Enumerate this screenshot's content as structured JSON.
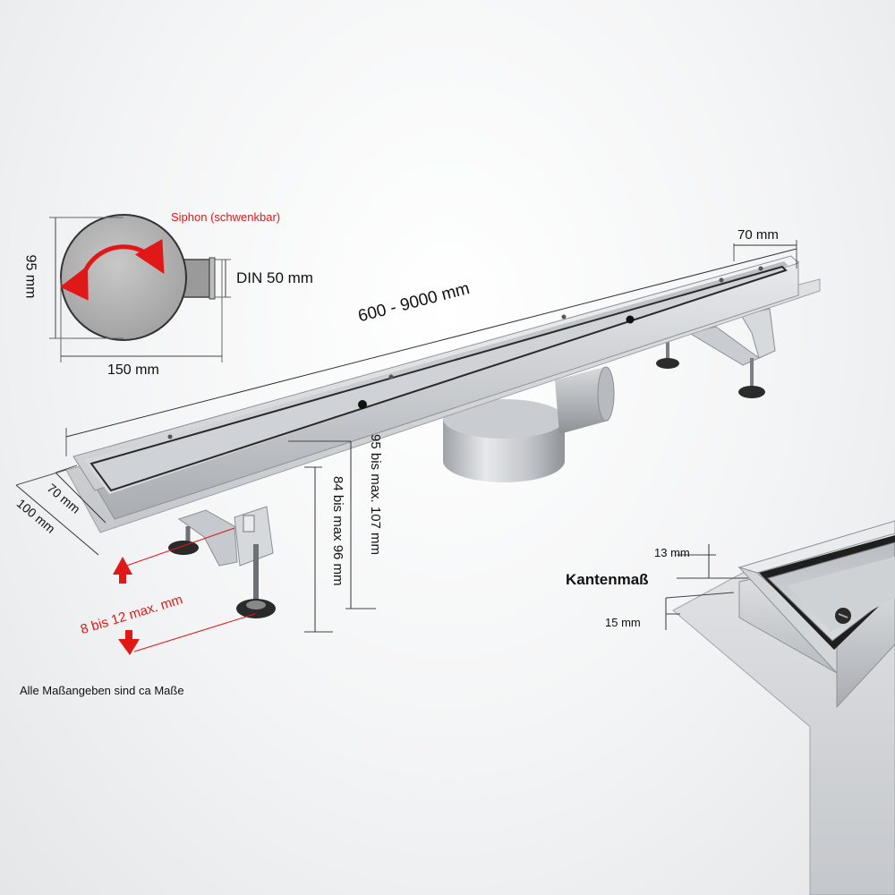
{
  "siphon": {
    "label": "Siphon (schwenkbar)",
    "height_label": "95 mm",
    "width_label": "150 mm",
    "outlet_label": "DIN 50 mm"
  },
  "drain": {
    "length_label": "600 - 9000 mm",
    "width_label": "70 mm",
    "front_width_label": "70 mm",
    "flange_label": "100 mm",
    "height_total_label": "95 bis max. 107 mm",
    "height_inner_label": "84 bis max 96 mm",
    "foot_adjust_label": "8 bis 12 max. mm"
  },
  "detail": {
    "title": "Kantenmaß",
    "top_label": "13 mm",
    "bottom_label": "15 mm"
  },
  "note": "Alle Maßangeben sind ca Maße",
  "colors": {
    "accent_red": "#e01818"
  }
}
